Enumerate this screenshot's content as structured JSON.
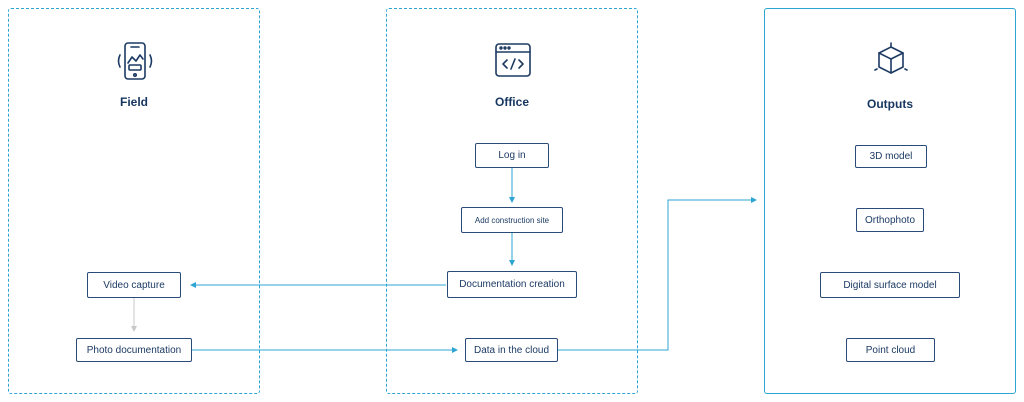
{
  "colors": {
    "accent": "#2ea4d3",
    "box_border": "#2a4a78",
    "text": "#1c3a63",
    "muted_arrow": "#c8c8c8"
  },
  "columns": {
    "field": {
      "title": "Field",
      "icon": "phone-scan-icon",
      "nodes": {
        "video_capture": "Video capture",
        "photo_documentation": "Photo documentation"
      }
    },
    "office": {
      "title": "Office",
      "icon": "code-window-icon",
      "nodes": {
        "log_in": "Log in",
        "add_construction_site": "Add construction site",
        "documentation_creation": "Documentation creation",
        "data_in_cloud": "Data in the cloud"
      }
    },
    "outputs": {
      "title": "Outputs",
      "icon": "cube-icon",
      "nodes": {
        "model_3d": "3D model",
        "orthophoto": "Orthophoto",
        "digital_surface_model": "Digital surface model",
        "point_cloud": "Point cloud"
      }
    }
  }
}
